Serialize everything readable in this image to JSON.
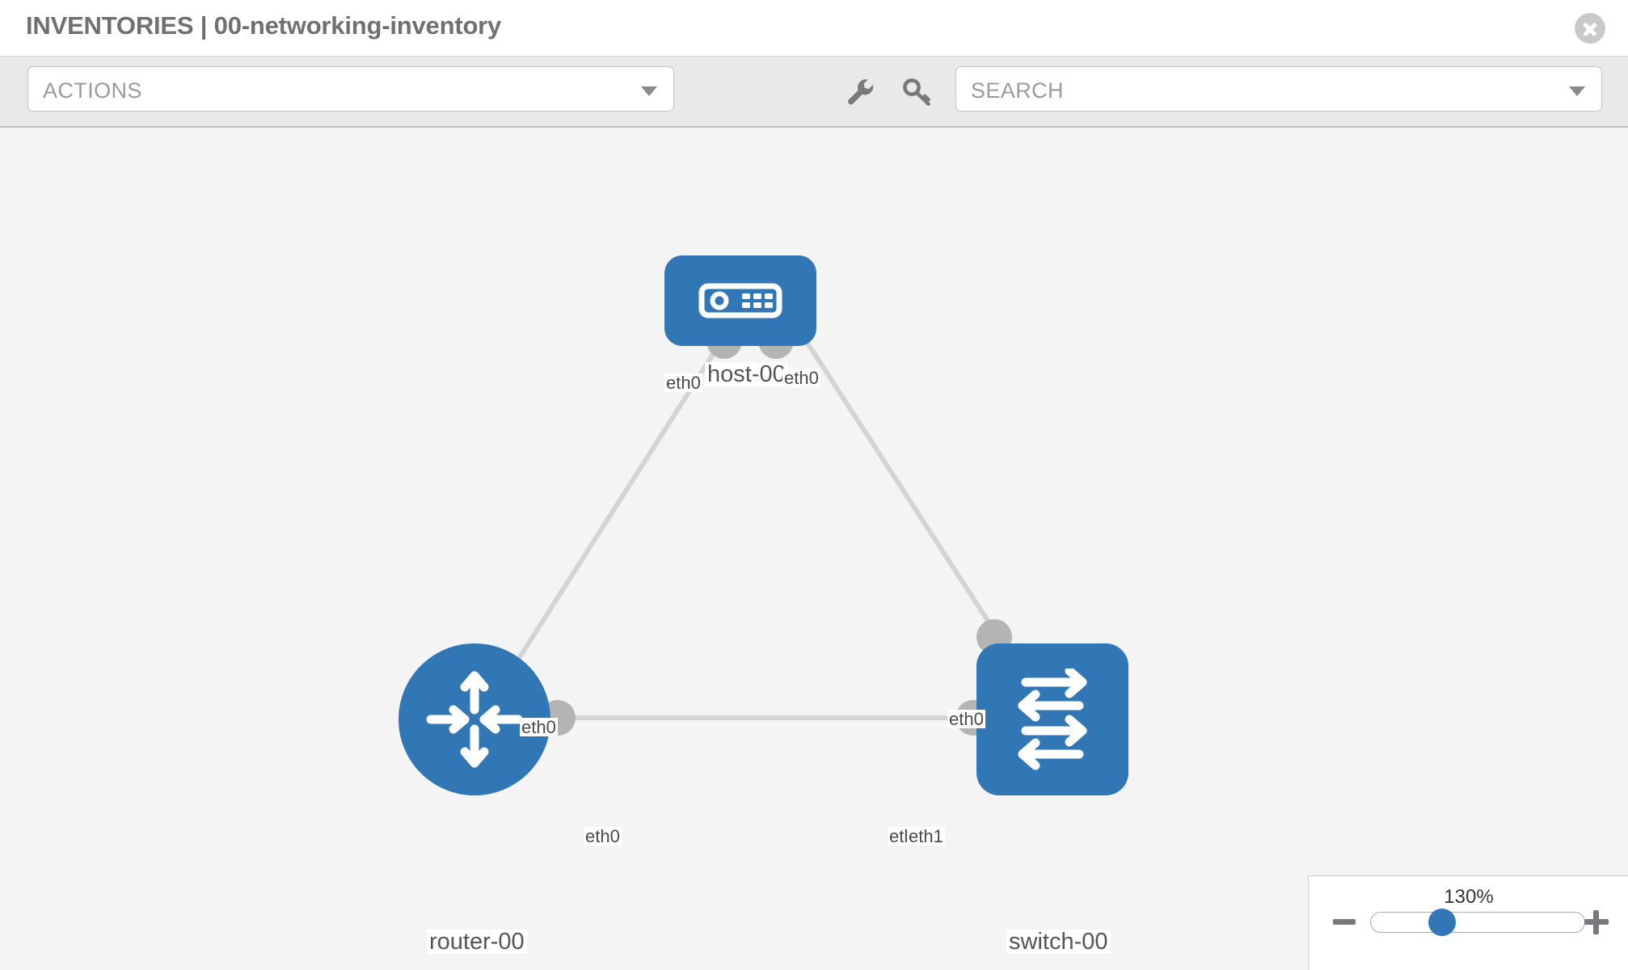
{
  "header": {
    "title": "INVENTORIES | 00-networking-inventory",
    "close_icon": "close-icon"
  },
  "toolbar": {
    "actions": {
      "label": "ACTIONS",
      "caret_icon": "chevron-down-icon"
    },
    "search": {
      "placeholder": "SEARCH",
      "caret_icon": "chevron-down-icon"
    },
    "icons": [
      {
        "name": "wrench-icon"
      },
      {
        "name": "key-icon"
      }
    ]
  },
  "topology": {
    "nodes": [
      {
        "id": "host-00",
        "label": "host-00",
        "type": "host",
        "icon": "server-icon",
        "color": "#3176b5"
      },
      {
        "id": "router-00",
        "label": "router-00",
        "type": "router",
        "icon": "router-arrows-icon",
        "color": "#3176b5"
      },
      {
        "id": "switch-00",
        "label": "switch-00",
        "type": "switch",
        "icon": "switch-arrows-icon",
        "color": "#3176b5"
      }
    ],
    "links": [
      {
        "from": "router-00",
        "from_interface": "eth0",
        "to": "host-00",
        "to_interface": "eth0"
      },
      {
        "from": "host-00",
        "from_interface": "eth0",
        "to": "switch-00",
        "to_interface": "eth0"
      },
      {
        "from": "router-00",
        "from_interface": "eth0",
        "to": "switch-00",
        "to_interface": "eth1"
      }
    ],
    "interface_labels": [
      {
        "text": "eth0"
      },
      {
        "text": "eth0"
      },
      {
        "text": "eth0"
      },
      {
        "text": "eth0"
      },
      {
        "text": "eth0"
      },
      {
        "text": "eth1"
      }
    ],
    "link_color": "#d4d4d4",
    "endpoint_color": "#b4b4b4"
  },
  "zoom_control": {
    "percent": "130%",
    "minus_label": "minus-icon",
    "plus_label": "plus-icon",
    "value": 60
  }
}
